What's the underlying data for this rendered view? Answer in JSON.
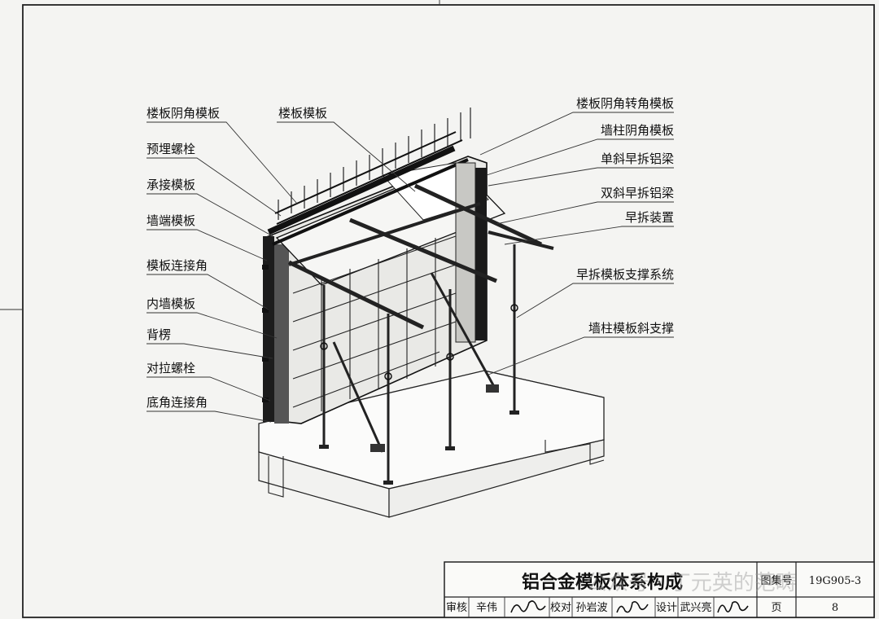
{
  "labels_left": [
    "楼板阴角模板",
    "预埋螺栓",
    "承接模板",
    "墙端模板",
    "模板连接角",
    "内墙模板",
    "背楞",
    "对拉螺栓",
    "底角连接角"
  ],
  "labels_top": [
    "楼板模板"
  ],
  "labels_right": [
    "楼板阴角转角模板",
    "墙柱阴角模板",
    "单斜早拆铝梁",
    "双斜早拆铝梁",
    "早拆装置",
    "早拆模板支撑系统",
    "墙柱模板斜支撑"
  ],
  "title_block": {
    "title": "铝合金模板体系构成",
    "atlas_label": "图集号",
    "atlas_no": "19G905-3",
    "page_label": "页",
    "page_no": "8",
    "roles": [
      {
        "role": "审核",
        "name": "辛伟"
      },
      {
        "role": "校对",
        "name": "孙岩波"
      },
      {
        "role": "设计",
        "name": "武兴亮"
      }
    ]
  },
  "watermark": "公众号 · 丁元英的范畴"
}
